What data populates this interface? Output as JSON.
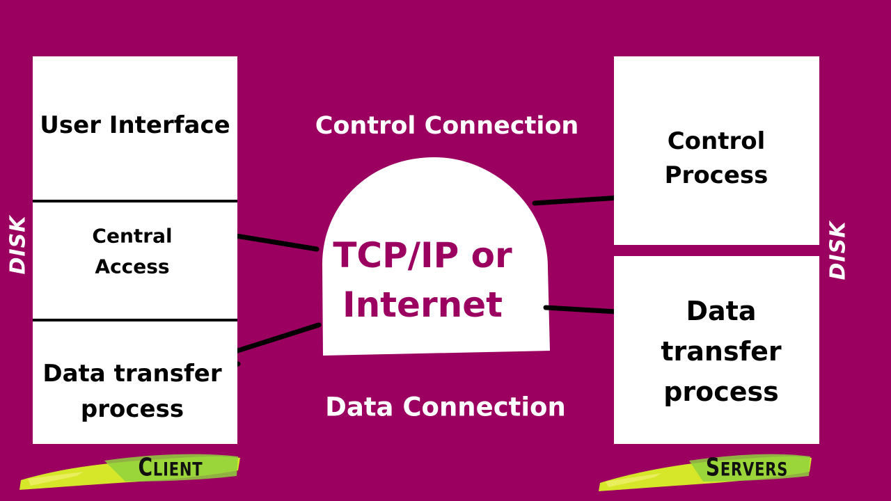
{
  "client": {
    "top_label": "User Interface",
    "middle_label_line1": "Central",
    "middle_label_line2": "Access",
    "bottom_label_line1": "Data transfer",
    "bottom_label_line2": "process",
    "disk_label": "DISK",
    "caption": "Client"
  },
  "center": {
    "control_connection": "Control Connection",
    "data_connection": "Data Connection",
    "network_line1": "TCP/IP or",
    "network_line2": "Internet"
  },
  "servers": {
    "control_line1": "Control",
    "control_line2": "Process",
    "data_line1": "Data",
    "data_line2": "transfer",
    "data_line3": "process",
    "disk_label": "DISK",
    "caption": "Servers"
  },
  "colors": {
    "background": "#9b0060",
    "box": "#ffffff",
    "network_text": "#9b0060",
    "highlight": "#c8e02a"
  }
}
